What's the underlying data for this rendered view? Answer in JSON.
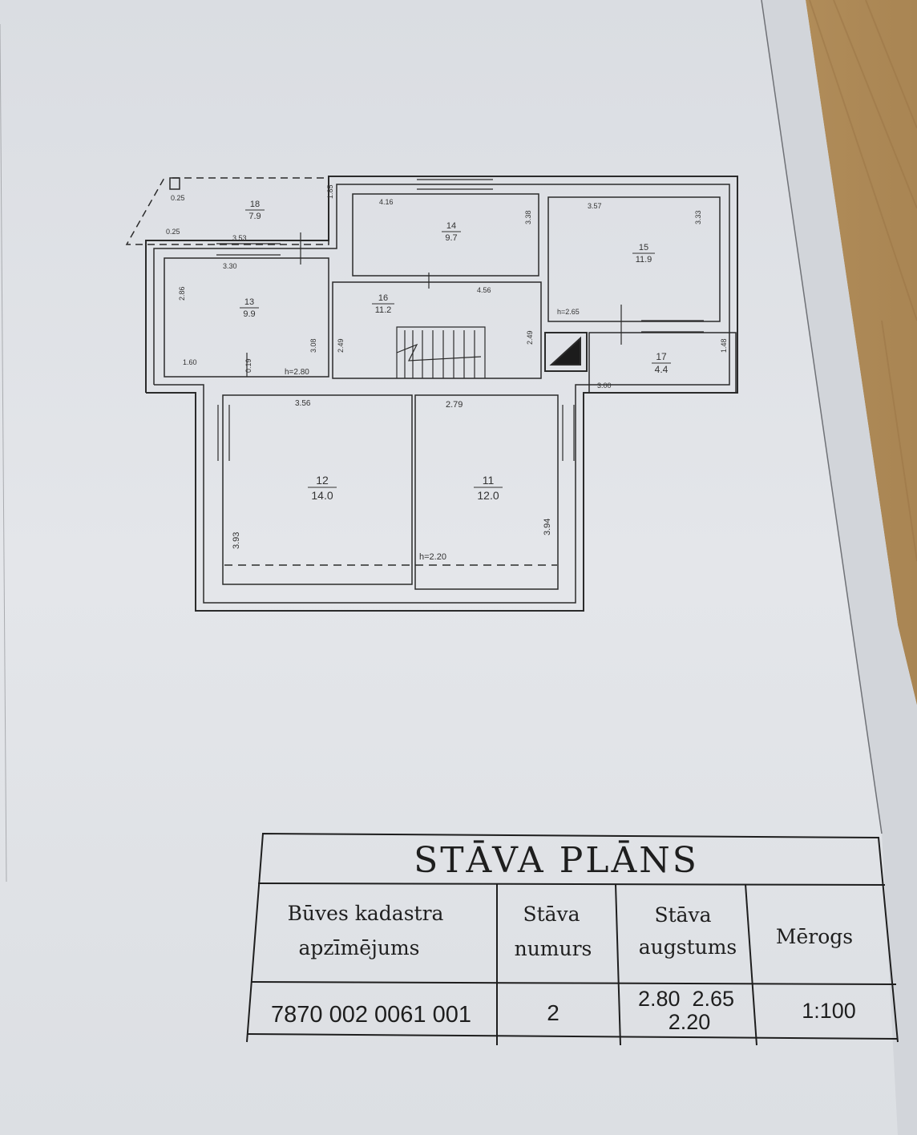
{
  "rooms": [
    {
      "id": "room-18",
      "number": "18",
      "area": "7.9"
    },
    {
      "id": "room-14",
      "number": "14",
      "area": "9.7"
    },
    {
      "id": "room-15",
      "number": "15",
      "area": "11.9"
    },
    {
      "id": "room-13",
      "number": "13",
      "area": "9.9"
    },
    {
      "id": "room-16",
      "number": "16",
      "area": "11.2"
    },
    {
      "id": "room-17",
      "number": "17",
      "area": "4.4"
    },
    {
      "id": "room-12",
      "number": "12",
      "area": "14.0"
    },
    {
      "id": "room-11",
      "number": "11",
      "area": "12.0"
    }
  ],
  "dimensions": {
    "d_025a": "0.25",
    "d_025b": "0.25",
    "d_353": "3.53",
    "d_330": "3.30",
    "d_286": "2.86",
    "d_160": "1.60",
    "d_019": "0.19",
    "d_308": "3.08",
    "d_249a": "2.49",
    "d_h280": "h=2.80",
    "d_416": "4.16",
    "d_338": "3.38",
    "d_456": "4.56",
    "d_249b": "2.49",
    "d_357": "3.57",
    "d_333": "3.33",
    "d_h265": "h=2.65",
    "d_148": "1.48",
    "d_300": "3.00",
    "d_356": "3.56",
    "d_279": "2.79",
    "d_393": "3.93",
    "d_394": "3.94",
    "d_h220": "h=2.20",
    "d_185": "1.85"
  },
  "title_block": {
    "title": "STĀVA PLĀNS",
    "col1_header_line1": "Būves kadastra",
    "col1_header_line2": "apzīmējums",
    "col2_header_line1": "Stāva",
    "col2_header_line2": "numurs",
    "col3_header_line1": "Stāva",
    "col3_header_line2": "augstums",
    "col4_header": "Mērogs",
    "cadastre": "7870 002 0061 001",
    "floor_number": "2",
    "height_line1": "2.80  2.65",
    "height_line2": "2.20",
    "scale": "1:100"
  }
}
